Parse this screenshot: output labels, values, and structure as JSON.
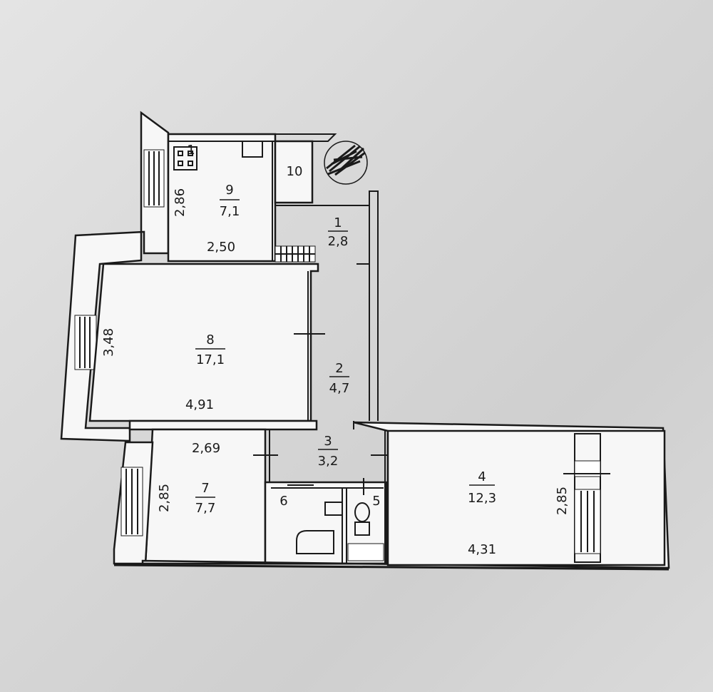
{
  "plan": {
    "rooms": [
      {
        "id": "9",
        "number": "9",
        "area": "7,1",
        "width": "2,50",
        "length": "2,86"
      },
      {
        "id": "10",
        "number": "10"
      },
      {
        "id": "1",
        "number": "1",
        "area": "2,8"
      },
      {
        "id": "8",
        "number": "8",
        "area": "17,1",
        "width": "4,91",
        "length": "3,48"
      },
      {
        "id": "2",
        "number": "2",
        "area": "4,7"
      },
      {
        "id": "3",
        "number": "3",
        "area": "3,2"
      },
      {
        "id": "7",
        "number": "7",
        "area": "7,7",
        "width": "2,69",
        "length": "2,85"
      },
      {
        "id": "6",
        "number": "6"
      },
      {
        "id": "5",
        "number": "5"
      },
      {
        "id": "4",
        "number": "4",
        "area": "12,3",
        "width": "4,31",
        "length": "2,85"
      }
    ],
    "stove_label": "1"
  }
}
